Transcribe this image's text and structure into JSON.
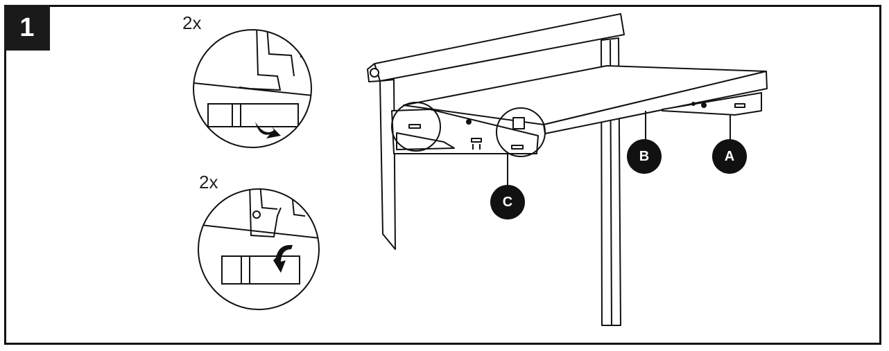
{
  "step": {
    "number": "1"
  },
  "details": [
    {
      "quantity": "2x"
    },
    {
      "quantity": "2x"
    }
  ],
  "callouts": {
    "a": "A",
    "b": "B",
    "c": "C"
  },
  "colors": {
    "ink": "#111111",
    "paper": "#ffffff",
    "shade": "#d9d9d9"
  },
  "icons": [
    "rotate-down-arrow-icon",
    "rotate-down-arrow-icon"
  ]
}
